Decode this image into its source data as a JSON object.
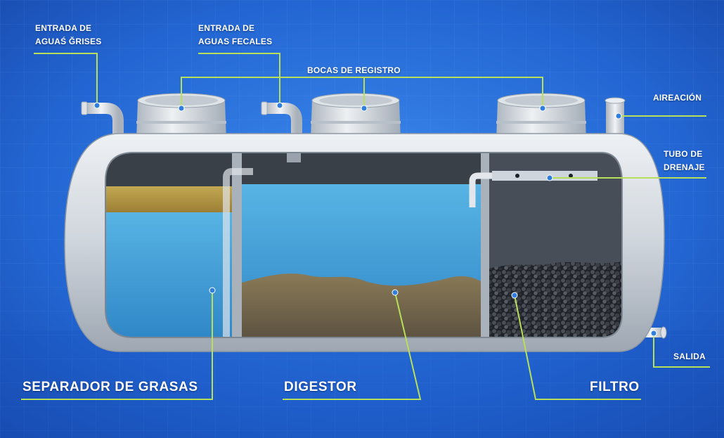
{
  "labels": {
    "entrada_grises": [
      "ENTRADA DE",
      "AGUAŚ ĞRISES"
    ],
    "entrada_fecales": [
      "ENTRADA DE",
      "AGUAS FECALES"
    ],
    "bocas_registro": "BOCAS DE REGISTRO",
    "aireacion": "AIREACIÓN",
    "tubo_drenaje": [
      "TUBO DE",
      "DRENAJE"
    ],
    "salida": "SALIDA",
    "separador": "SEPARADOR DE GRASAS",
    "digestor": "DIGESTOR",
    "filtro": "FILTRO"
  },
  "colors": {
    "background": "#1f5fcf",
    "background_light": "#3a86ea",
    "tank": "#d6dbe1",
    "water": "#4aa8dc",
    "sludge": "#7a6a4a",
    "grease": "#b29642",
    "gravel": "#2a2d33",
    "callout_line": "#b8df5a",
    "callout_dot": "#2f7fe0"
  },
  "icons": {
    "pipe": "elbow-pipe-icon",
    "manhole": "manhole-cover-icon"
  }
}
